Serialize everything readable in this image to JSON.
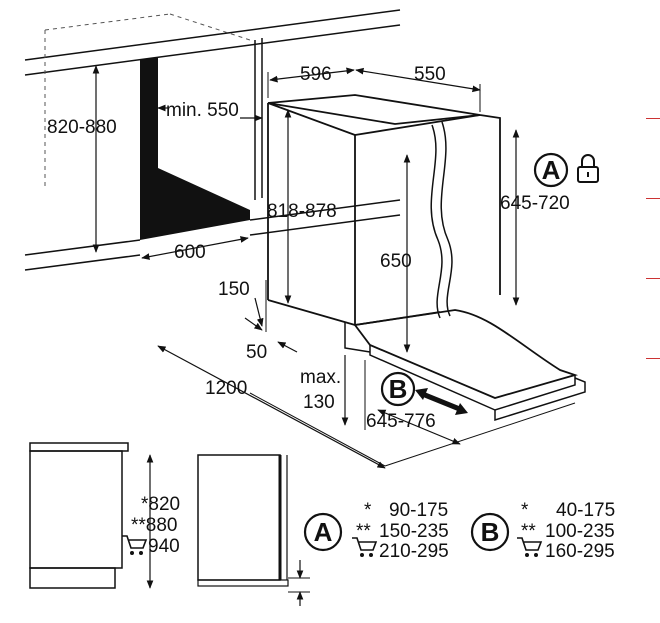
{
  "dimensions": {
    "niche_height": "820-880",
    "min_depth": "min. 550",
    "niche_width": "600",
    "appliance_height": "818-878",
    "width": "596",
    "depth": "550",
    "door_height": "645-720",
    "inner_height": "650",
    "plinth_height": "150",
    "plinth_depth": "50",
    "door_travel": "1200",
    "max_label": "max.",
    "max_value": "130",
    "b_range": "645-776"
  },
  "side_view": {
    "height_1": "*820",
    "height_2": "**880",
    "height_3": "940"
  },
  "table_a": {
    "letter": "A",
    "rows": [
      {
        "mark": "*",
        "value": "90-175"
      },
      {
        "mark": "**",
        "value": "150-235"
      },
      {
        "mark": "",
        "value": "210-295"
      }
    ]
  },
  "table_b": {
    "letter": "B",
    "rows": [
      {
        "mark": "*",
        "value": "40-175"
      },
      {
        "mark": "**",
        "value": "100-235"
      },
      {
        "mark": "",
        "value": "160-295"
      }
    ]
  },
  "labels": {
    "marker_a": "A",
    "marker_b": "B"
  },
  "icons": [
    "lock-icon",
    "cart-icon",
    "double-arrow-icon"
  ],
  "colors": {
    "line": "#111111",
    "fill": "#111111",
    "background": "#ffffff"
  }
}
